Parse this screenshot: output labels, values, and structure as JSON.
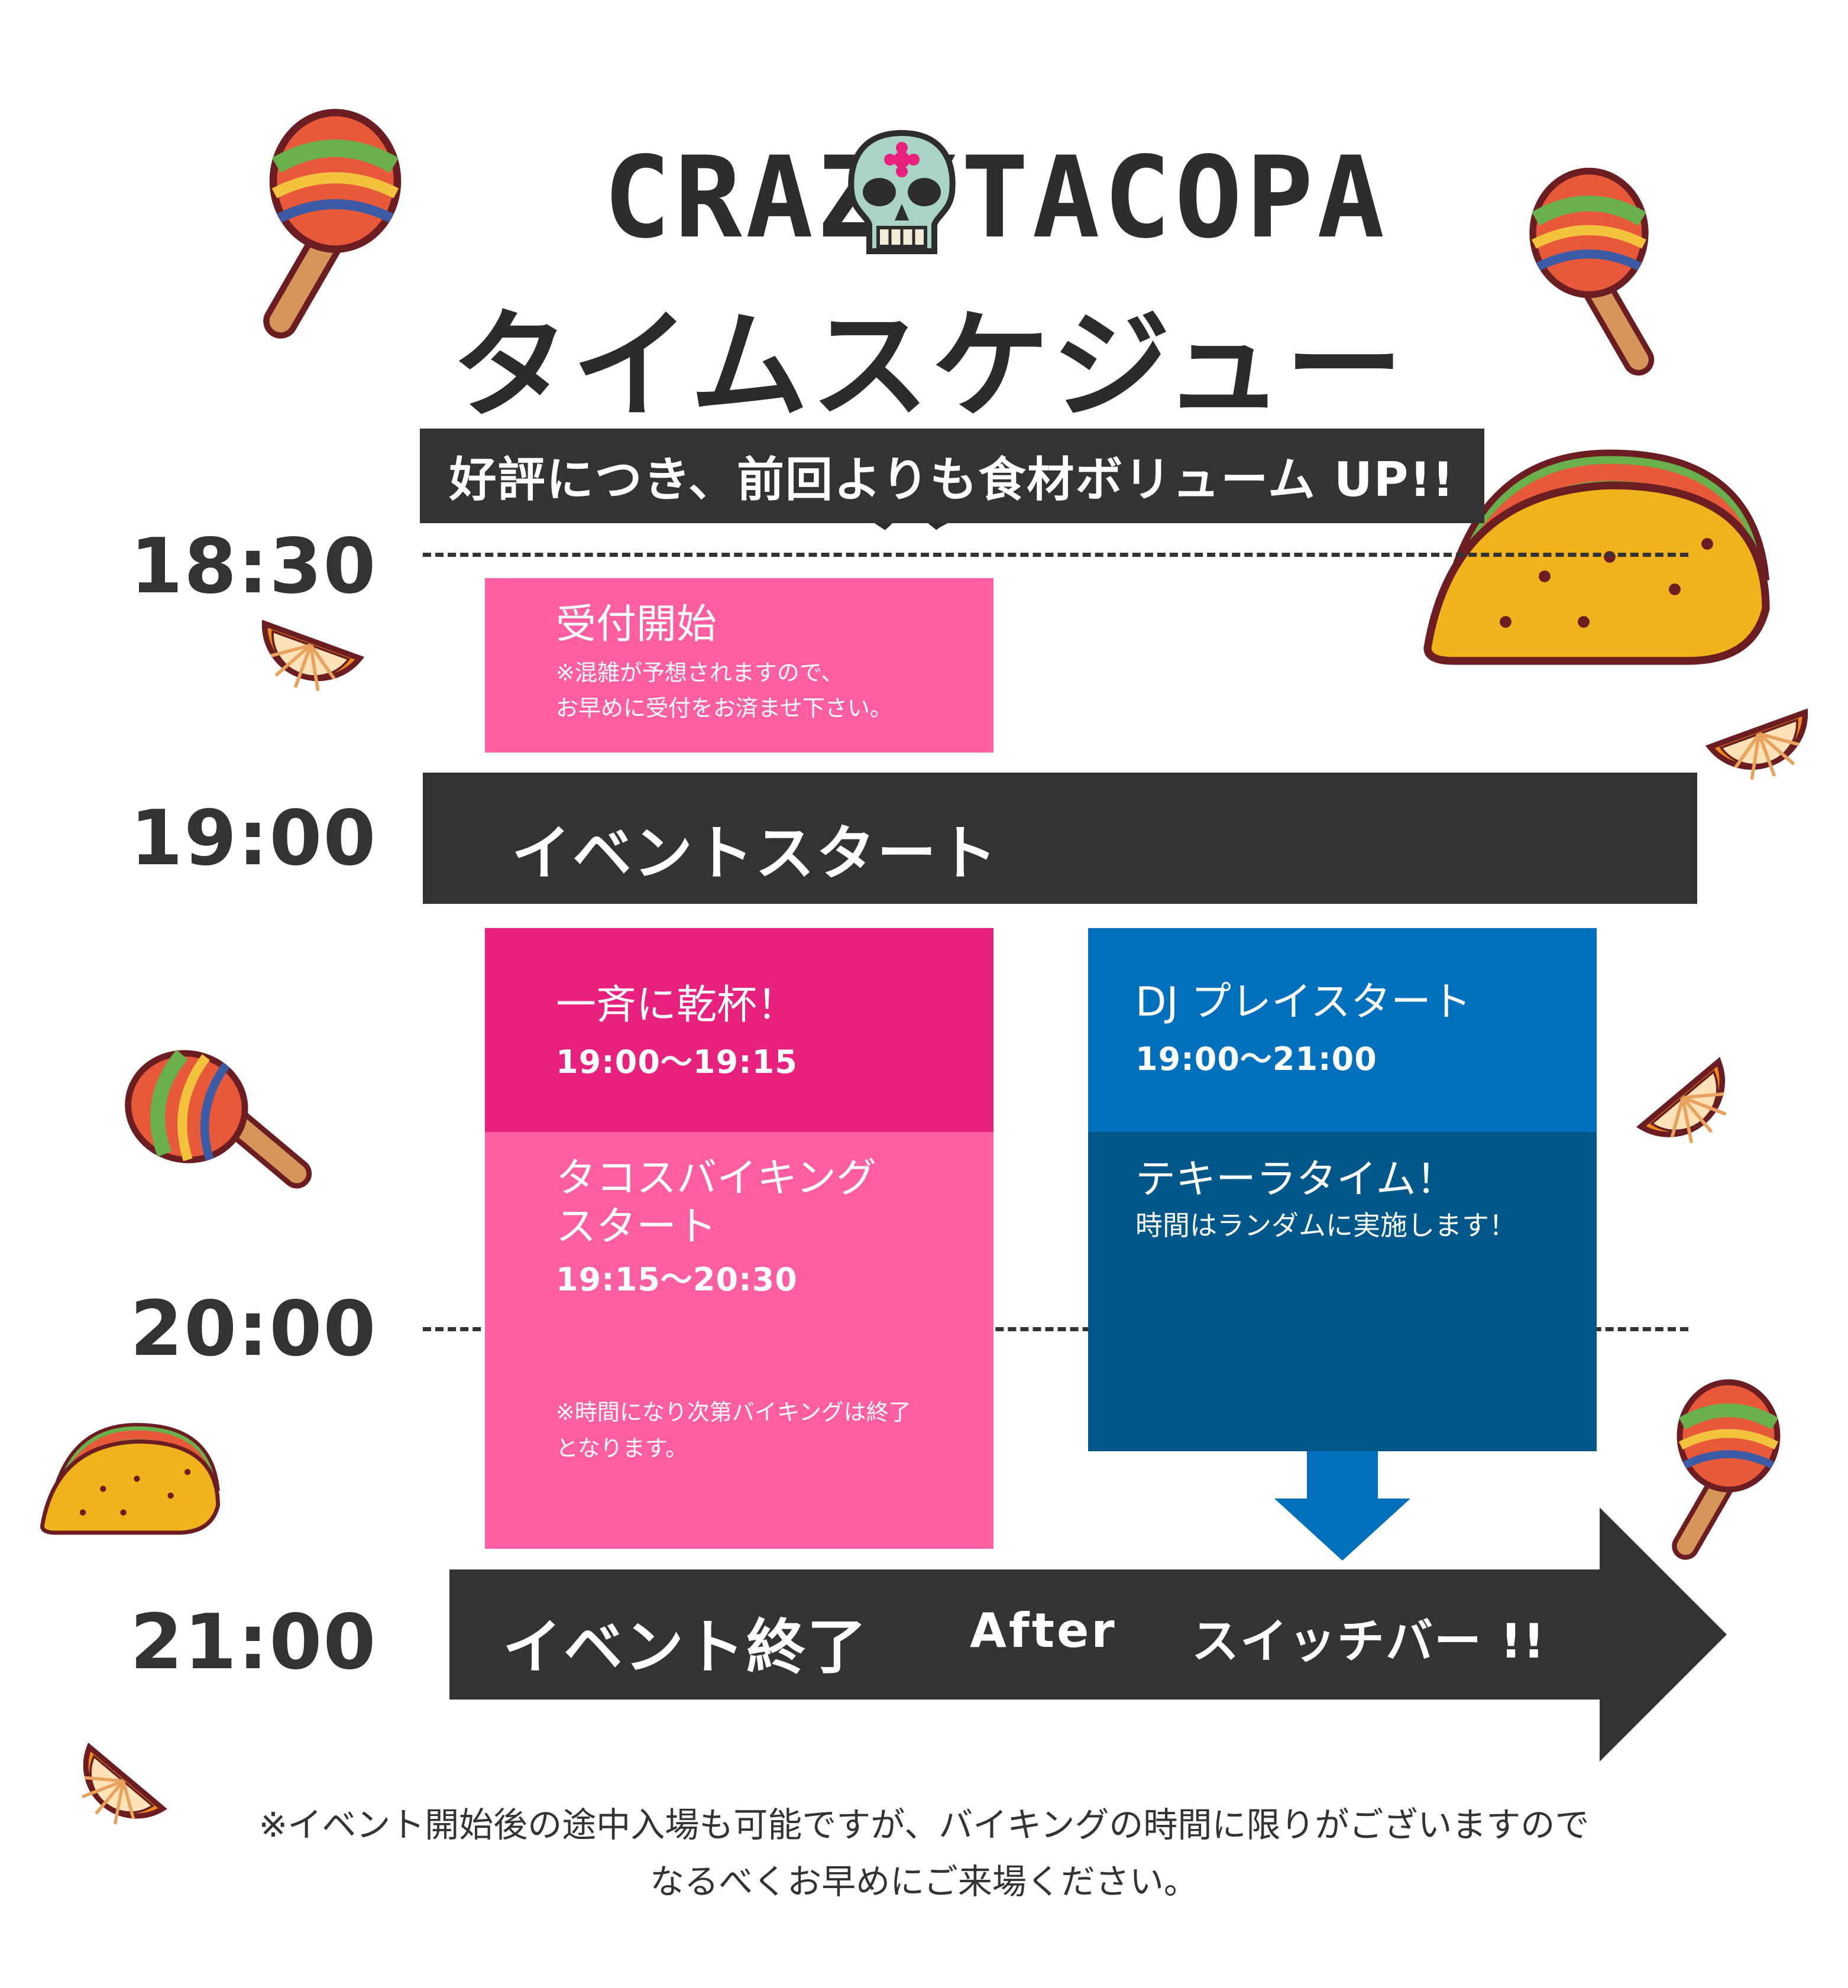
{
  "logo": {
    "left": "CRAZY",
    "right": "TACOPA"
  },
  "title": "タイムスケジュール",
  "banner": "好評につき、前回よりも食材ボリューム UP!!",
  "times": [
    "18:30",
    "19:00",
    "20:00",
    "21:00"
  ],
  "reception": {
    "title": "受付開始",
    "note_line1": "※混雑が予想されますので、",
    "note_line2": "お早めに受付をお済ませ下さい。"
  },
  "event_start": "イベントスタート",
  "toast": {
    "title": "一斉に乾杯！",
    "time": "19:00～19:15"
  },
  "viking": {
    "title_line1": "タコスバイキング",
    "title_line2": "スタート",
    "time": "19:15～20:30",
    "note_line1": "※時間になり次第バイキングは終了",
    "note_line2": "となります。"
  },
  "dj": {
    "title": "DJ プレイスタート",
    "time": "19:00～21:00"
  },
  "tequila": {
    "title": "テキーラタイム！",
    "note": "時間はランダムに実施します！"
  },
  "event_end": {
    "label": "イベント終了",
    "after": "After",
    "bar": "スイッチバー !!"
  },
  "footnote": {
    "line1": "※イベント開始後の途中入場も可能ですが、バイキングの時間に限りがございますので",
    "line2": "なるべくお早めにご来場ください。"
  },
  "colors": {
    "dark": "#333333",
    "pink_light": "#ff5fa2",
    "pink_dark": "#e8217e",
    "blue_light": "#0070bd",
    "blue_dark": "#00588a",
    "arrow_blue": "#0070bd"
  },
  "decorations": [
    "maraca-icon",
    "taco-icon",
    "lime-slice-icon",
    "sugar-skull-icon"
  ]
}
